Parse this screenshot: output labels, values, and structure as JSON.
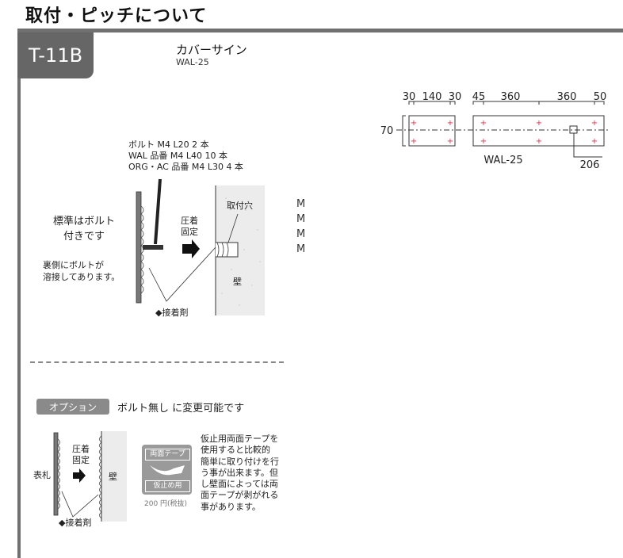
{
  "page_title": "取付・ピッチについて",
  "product": {
    "code": "T-11B",
    "name": "カバーサイン",
    "model": "WAL-25"
  },
  "bolt_specs": [
    "ボルト M4 L20 2 本",
    "WAL 品番 M4 L40 10 本",
    "ORG・AC 品番 M4 L30 4 本"
  ],
  "standard_note": [
    "標準はボルト",
    "付きです"
  ],
  "weld_note": [
    "裏側にボルトが",
    "溶接してあります。"
  ],
  "pressure_label": [
    "圧着",
    "固定"
  ],
  "hole_label": "取付穴",
  "wall_label": "壁",
  "adhesive_label": "◆接着剤",
  "cutoff_letters": [
    "M",
    "M",
    "M",
    "M"
  ],
  "pitch": {
    "left_dims": [
      "30",
      "140",
      "30"
    ],
    "right_dims": [
      "45",
      "360",
      "360",
      "50"
    ],
    "height": "70",
    "offset": "206",
    "model_label": "WAL-25"
  },
  "option": {
    "badge": "オプション",
    "text": "ボルト無し に変更可能です",
    "plate_label": "表札",
    "pressure_label": [
      "圧着",
      "固定"
    ],
    "wall_label": "壁",
    "adhesive_label": "◆接着剤",
    "tape_top": "両面テープ",
    "tape_bottom": "仮止め用",
    "price": "200 円(税抜)",
    "description": [
      "仮止用両面テープを",
      "使用すると比較的",
      "簡単に取り付けを行",
      "う事が出来ます。但",
      "し壁面によっては両",
      "面テープが剥がれる",
      "事があります。"
    ]
  }
}
